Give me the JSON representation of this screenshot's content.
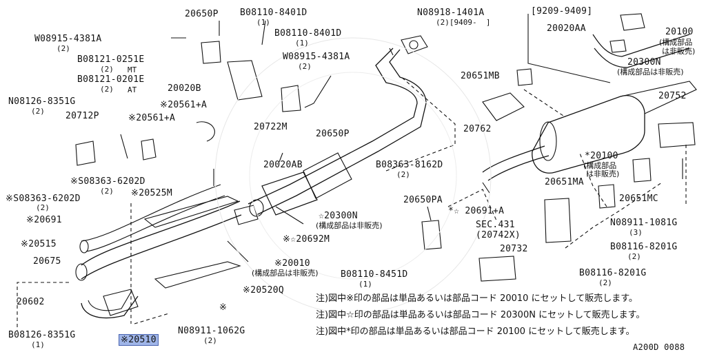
{
  "top_left": {
    "w_08915_4381A": "W08915-4381A",
    "w_08915_4381A_qty": "(2)",
    "b_08121_0251E": "B08121-0251E",
    "mt": "MT",
    "b_08121_0251E_qty": "(2)",
    "b_08121_0201E": "B08121-0201E",
    "at": "AT",
    "b_08121_0201E_qty": "(2)",
    "n_08126_8351G": "N08126-8351G",
    "n_08126_8351G_qty": "(2)",
    "p20712P": "20712P",
    "p20561A_1": "※20561+A",
    "p20561A_2": "※20561+A",
    "p20020B": "20020B",
    "s_08363_6202D_1": "※S08363-6202D",
    "s_08363_6202D_1_qty": "(2)",
    "s_08363_6202D_2": "※S08363-6202D",
    "s_08363_6202D_2_qty": "(2)",
    "p20525M": "※20525M",
    "p20691": "※20691",
    "p20515": "※20515",
    "p20675": "20675",
    "p20602": "20602",
    "b_08126_8351G": "B08126-8351G",
    "b_08126_8351G_qty": "(1)",
    "p20510": "※20510"
  },
  "top_center": {
    "p20650P_1": "20650P",
    "b_08110_8401D_1": "B08110-8401D",
    "b_08110_8401D_1_qty": "(1)",
    "b_08110_8401D_2": "B08110-8401D",
    "b_08110_8401D_2_qty": "(1)",
    "w_08915_4381A": "W08915-4381A",
    "w_08915_4381A_qty": "(2)",
    "p20722M": "20722M",
    "p20650P_2": "20650P",
    "p20020AB": "20020AB",
    "n_08918_1401A": "N08918-1401A",
    "n_08918_1401A_qty": "(2)[9409-  ]",
    "p20300N": "☆20300N",
    "p20300N_note": "(構成部品は非販売)",
    "p20692M": "※☆20692M",
    "p20010": "※20010",
    "p20010_note": "(構成部品は非販売)",
    "p20520Q": "※20520Q",
    "star": "※",
    "n_08911_1062G": "N08911-1062G",
    "n_08911_1062G_qty": "(2)",
    "b_08110_8451D": "B08110-8451D",
    "b_08110_8451D_qty": "(1)"
  },
  "right": {
    "date_range": "[9209-9409]",
    "p20020AA": "20020AA",
    "p20100_top": "20100",
    "p20100_top_note1": "(構成部品",
    "p20100_top_note2": "は非販売)",
    "p20300N_top": "20300N",
    "p20300N_top_note": "(構成部品は非販売)",
    "p20651MB": "20651MB",
    "p20752": "20752",
    "p20762": "20762",
    "b_08363_8162D": "B08363-8162D",
    "b_08363_8162D_qty": "(2)",
    "p20100_mid": "*20100",
    "p20100_mid_note1": "(構成部品",
    "p20100_mid_note2": "は非販売)",
    "p20651MA": "20651MA",
    "p20651MC": "20651MC",
    "p20650PA": "20650PA",
    "p20691A": "*☆ 20691+A",
    "sec431": "SEC.431",
    "sec431_sub": "(20742X)",
    "n_08911_1081G": "N08911-1081G",
    "n_08911_1081G_qty": "(3)",
    "p20732": "20732",
    "b_08116_8201G_1": "B08116-8201G",
    "b_08116_8201G_1_qty": "(2)",
    "b_08116_8201G_2": "B08116-8201G",
    "b_08116_8201G_2_qty": "(2)"
  },
  "notes": [
    "注)図中※印の部品は単品あるいは部品コード 20010 にセットして販売します。",
    "注)図中☆印の部品は単品あるいは部品コード 20300N にセットして販売します。",
    "注)図中*印の部品は単品あるいは部品コード 20100 にセットして販売します。"
  ],
  "diagram_code": "A200D 0088",
  "colors": {
    "line": "#111111",
    "highlight": "#9fb5e8"
  }
}
